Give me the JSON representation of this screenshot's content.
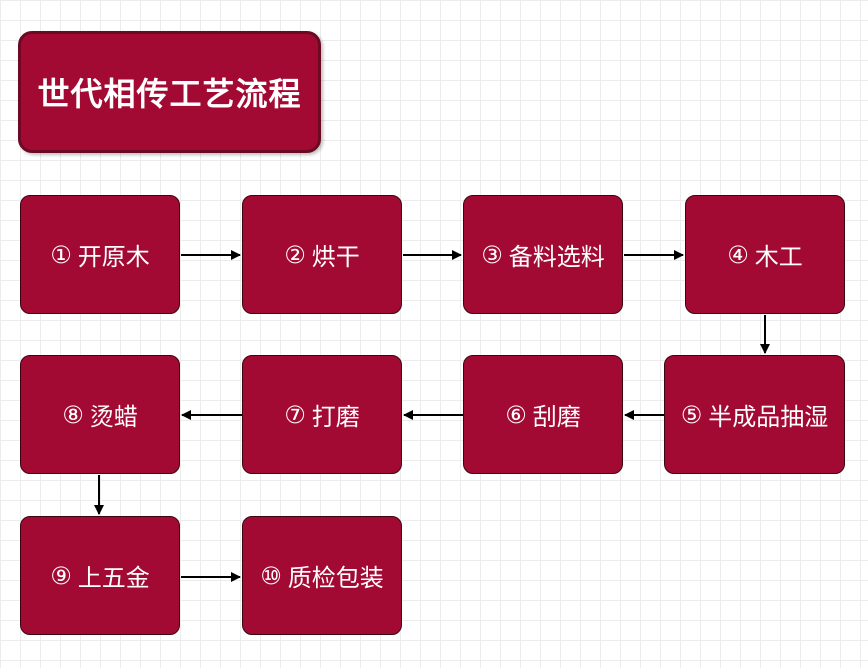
{
  "title": "世代相传工艺流程",
  "colors": {
    "box_fill": "#a20a33",
    "box_text": "#ffffff",
    "arrow": "#000000"
  },
  "steps": [
    {
      "num": "①",
      "label": "开原木"
    },
    {
      "num": "②",
      "label": "烘干"
    },
    {
      "num": "③",
      "label": "备料选料"
    },
    {
      "num": "④",
      "label": "木工"
    },
    {
      "num": "⑤",
      "label": "半成品抽湿"
    },
    {
      "num": "⑥",
      "label": "刮磨"
    },
    {
      "num": "⑦",
      "label": "打磨"
    },
    {
      "num": "⑧",
      "label": "烫蜡"
    },
    {
      "num": "⑨",
      "label": "上五金"
    },
    {
      "num": "⑩",
      "label": "质检包装"
    }
  ]
}
